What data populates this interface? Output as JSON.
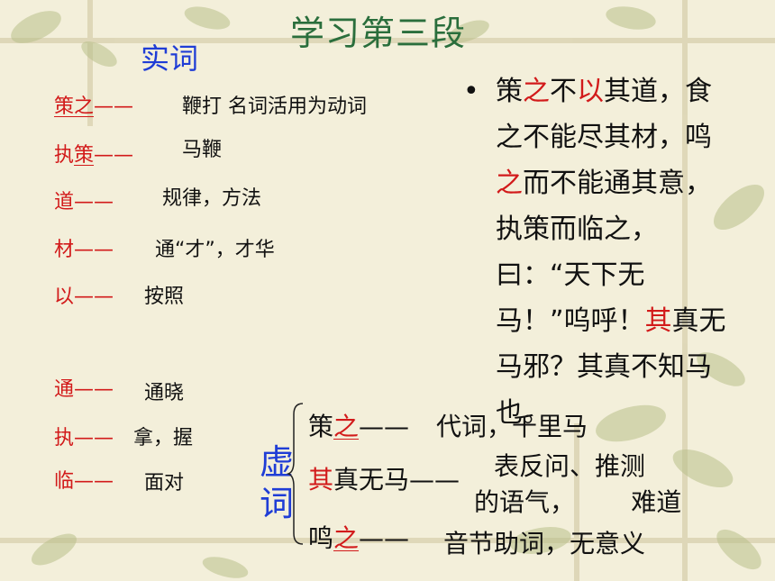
{
  "title": "学习第三段",
  "shici_label": "实词",
  "shici_items": [
    {
      "term": "策之",
      "dash": "——",
      "def": "鞭打  名词活用为动词"
    },
    {
      "term_plain": "执",
      "term_ul": "策",
      "dash": "——",
      "def": "马鞭"
    },
    {
      "term": "道",
      "dash": "——",
      "def": "规律，方法"
    },
    {
      "term": "材",
      "dash": "——",
      "def": "通“才”，才华"
    },
    {
      "term": "以",
      "dash": "——",
      "def": "按照"
    },
    {
      "term": "通",
      "dash": "——",
      "def": "通晓"
    },
    {
      "term": "执",
      "dash": "——",
      "def": "拿，握"
    },
    {
      "term": "临",
      "dash": "——",
      "def": "面对"
    }
  ],
  "passage": {
    "bullet": "•",
    "segments": [
      {
        "t": "策",
        "red": false
      },
      {
        "t": "之",
        "red": true
      },
      {
        "t": "不",
        "red": false
      },
      {
        "t": "以",
        "red": true
      },
      {
        "t": "其道，食之不能尽其材，鸣",
        "red": false
      },
      {
        "t": "之",
        "red": true
      },
      {
        "t": "而不能通其意，执策而临之，曰：“天下无马！”呜呼！",
        "red": false
      },
      {
        "t": "其",
        "red": true
      },
      {
        "t": "真无马邪？其真不知马也。",
        "red": false
      }
    ]
  },
  "xuci_label": "虚词",
  "xuci_items": [
    {
      "pre": "策",
      "key": "之",
      "post": "",
      "dash": "——",
      "def": "代词，千里马"
    },
    {
      "pre": "",
      "key": "其",
      "post": "真无马",
      "dash": "——",
      "def_line1": "表反问、推测",
      "def_line2": "的语气，       难道"
    },
    {
      "pre": "鸣",
      "key": "之",
      "post": "",
      "dash": "——",
      "def": "音节助词，无意义"
    }
  ]
}
